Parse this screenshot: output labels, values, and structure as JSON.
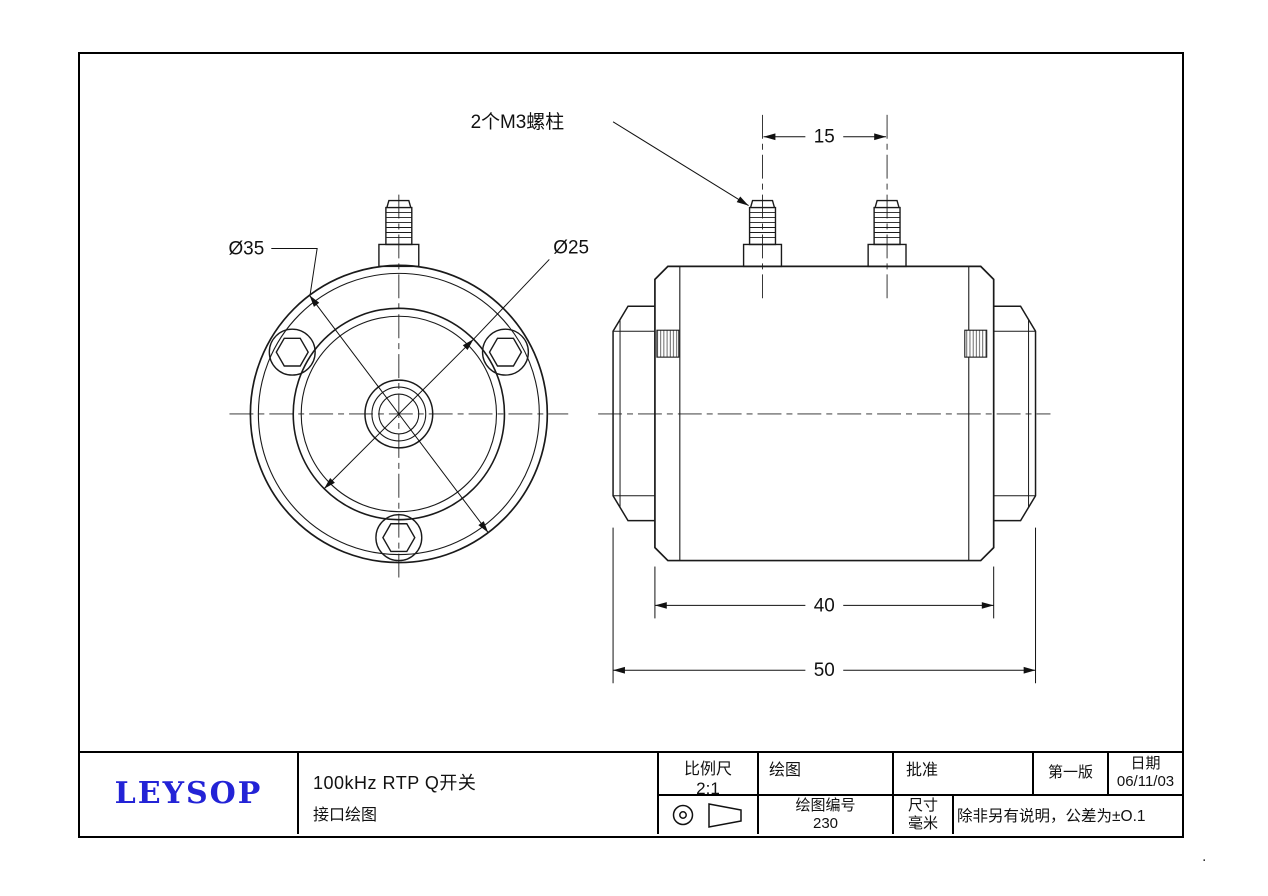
{
  "page": {
    "stray_dot": "."
  },
  "drawing": {
    "studs_note": "2个M3螺柱",
    "dia_outer": "Ø35",
    "dia_inner": "Ø25",
    "dim_stud_spacing": "15",
    "dim_body_length": "40",
    "dim_overall_length": "50"
  },
  "title_block": {
    "logo": "LEYSOP",
    "product": "100kHz RTP Q开关",
    "sheet_name": "接口绘图",
    "scale_label": "比例尺",
    "scale_value": "2:1",
    "drawn_label": "绘图",
    "approved_label": "批准",
    "edition": "第一版",
    "date_label": "日期",
    "date_value": "06/11/03",
    "drawing_no_label": "绘图编号",
    "drawing_no": "230",
    "dim_label": "尺寸",
    "dim_unit": "毫米",
    "tolerance_note": "除非另有说明，公差为±O.1"
  }
}
